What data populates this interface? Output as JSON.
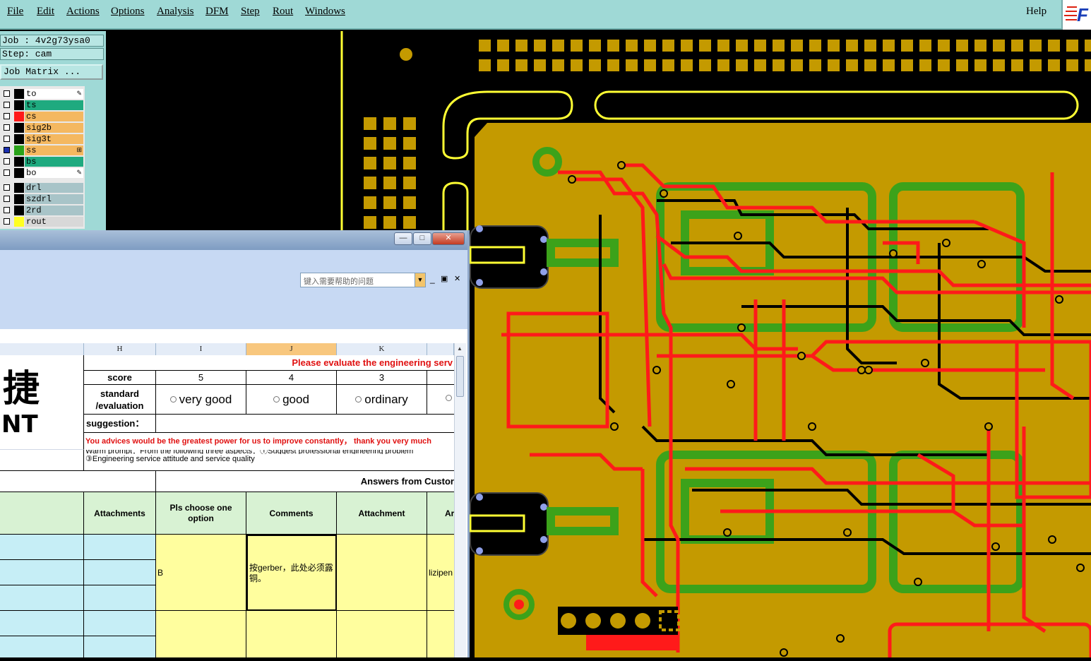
{
  "menu": {
    "items": [
      "File",
      "Edit",
      "Actions",
      "Options",
      "Analysis",
      "DFM",
      "Step",
      "Rout",
      "Windows"
    ],
    "help": "Help"
  },
  "panel": {
    "job": "Job : 4v2g73ysa0",
    "step": "Step: cam",
    "job_matrix_button": "Job Matrix ..."
  },
  "layers": [
    {
      "name": "to",
      "bg": "#ffffff",
      "swatch": "#000000",
      "mark": "✎"
    },
    {
      "name": "ts",
      "bg": "#1faa7f",
      "swatch": "#000000",
      "mark": ""
    },
    {
      "name": "cs",
      "bg": "#f4b860",
      "swatch": "#ff1a1a",
      "mark": ""
    },
    {
      "name": "sig2b",
      "bg": "#f4b860",
      "swatch": "#000000",
      "mark": ""
    },
    {
      "name": "sig3t",
      "bg": "#f4b860",
      "swatch": "#000000",
      "mark": ""
    },
    {
      "name": "ss",
      "bg": "#f4b860",
      "swatch": "#2aa21a",
      "mark": "⊞"
    },
    {
      "name": "bs",
      "bg": "#1faa7f",
      "swatch": "#000000",
      "mark": ""
    },
    {
      "name": "bo",
      "bg": "#ffffff",
      "swatch": "#000000",
      "mark": "✎"
    },
    {
      "name": "drl",
      "bg": "#a8c4c8",
      "swatch": "#000000",
      "mark": ""
    },
    {
      "name": "szdrl",
      "bg": "#a8c4c8",
      "swatch": "#000000",
      "mark": ""
    },
    {
      "name": "2rd",
      "bg": "#a8c4c8",
      "swatch": "#000000",
      "mark": ""
    },
    {
      "name": "rout",
      "bg": "#d8d8d8",
      "swatch": "#ffff22",
      "mark": ""
    }
  ],
  "excel": {
    "help_placeholder": "键入需要帮助的问题",
    "window_buttons": [
      "—",
      "□",
      "✕"
    ],
    "ribbon_buttons": [
      "_",
      "▣",
      "✕"
    ],
    "columns": [
      "H",
      "I",
      "J",
      "K"
    ],
    "banner": "Please evaluate the engineering serv",
    "logo_char": "捷",
    "logo_text": "NT",
    "score_label": "score",
    "scores": [
      "5",
      "4",
      "3"
    ],
    "standard_label": "standard /evaluation",
    "options": [
      "very good",
      "good",
      "ordinary"
    ],
    "suggestion_label": "suggestion：",
    "advice": "You advices would be the greatest power for us to improve constantly，  thank you very much",
    "prompt1": "Warm prompt：From the following three aspects：①Suggest professional engineering problem",
    "prompt2": "③Engineering service attitude and service quality",
    "answers_header": "Answers from Custor",
    "table_headers": [
      "Attachments",
      "Pls choose one option",
      "Comments",
      "Attachment",
      "Ar"
    ],
    "row_value": "B",
    "row_comment": "按gerber，此处必须露铜。",
    "row_user": "lizipen"
  },
  "colors": {
    "menu_bg": "#9fd9d6",
    "board": "#c49a00",
    "copper_red": "#ff1a1a",
    "silk_green": "#3ca21a",
    "outline_yellow": "#ffff33"
  }
}
